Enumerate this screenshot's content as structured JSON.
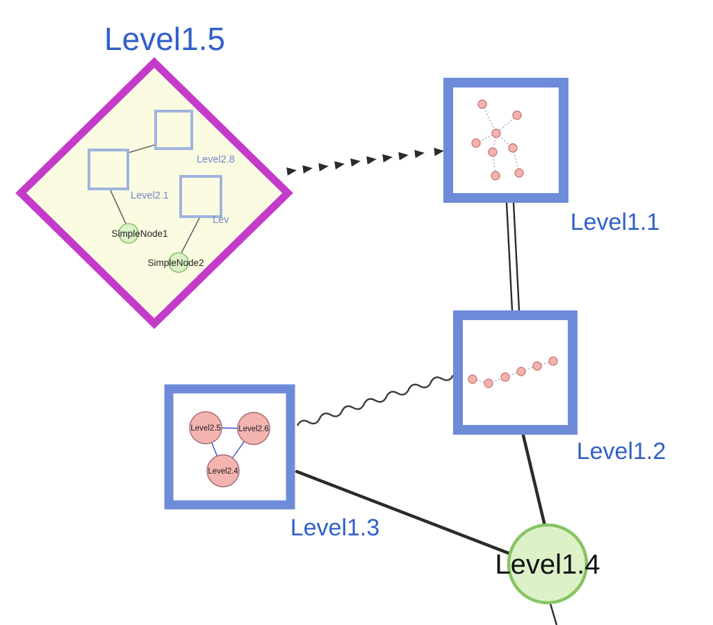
{
  "colors": {
    "label_blue": "#3060C8",
    "diamond_border": "#C53BC9",
    "diamond_fill": "#FBFBE2",
    "frame_border": "#6E8BD9",
    "frame_fill": "#FFFFFF",
    "inner_square_border": "#9FB4DE",
    "small_label_blue": "#7286C8",
    "pink_fill": "#F3B3AF",
    "pink_border": "#C66A66",
    "green_fill": "#DDF1C9",
    "green_border": "#87C463",
    "edge_color": "#2B2B2B",
    "blue_edge": "#3B49C4"
  },
  "nodes": {
    "level1_1": {
      "label": "Level1.1",
      "shape": "square"
    },
    "level1_2": {
      "label": "Level1.2",
      "shape": "square"
    },
    "level1_3": {
      "label": "Level1.3",
      "shape": "square"
    },
    "level1_4": {
      "label": "Level1.4",
      "shape": "circle"
    },
    "level1_5": {
      "label": "Level1.5",
      "shape": "diamond"
    }
  },
  "level1_5_children": {
    "square_top": "Level2.8",
    "square_left": "Level2.1",
    "square_right": "Lev",
    "green1": "SimpleNode1",
    "green2": "SimpleNode2"
  },
  "level1_3_children": {
    "c1": "Level2.5",
    "c2": "Level2.6",
    "c3": "Level2.4"
  },
  "edges": [
    {
      "from": "Level1.5",
      "to": "Level1.1",
      "style": "dashed-arrow"
    },
    {
      "from": "Level1.1",
      "to": "Level1.2",
      "style": "double-line"
    },
    {
      "from": "Level1.3",
      "to": "Level1.2",
      "style": "wavy"
    },
    {
      "from": "Level1.2",
      "to": "Level1.4",
      "style": "solid"
    },
    {
      "from": "Level1.3",
      "to": "Level1.4",
      "style": "solid"
    },
    {
      "from": "Level1.4",
      "to": "offscreen-bottom",
      "style": "solid"
    }
  ]
}
